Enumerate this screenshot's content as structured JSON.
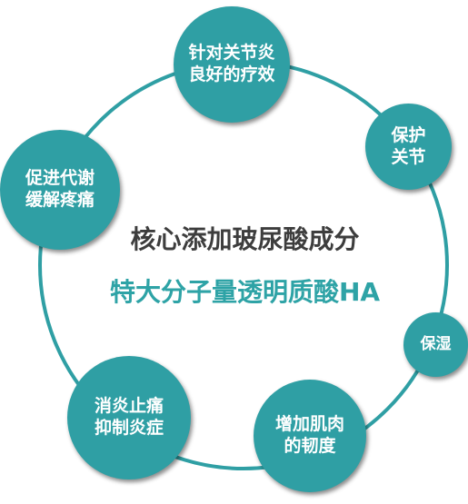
{
  "colors": {
    "node": "#2f9fa4",
    "ring": "#2f9fa4",
    "title": "#3d3d3d",
    "highlight": "#2ea3a6"
  },
  "center": {
    "line1": "核心添加玻尿酸成分",
    "line2": "特大分子量透明质酸HA"
  },
  "nodes": [
    {
      "lines": [
        "针对关节炎",
        "良好的疗效"
      ]
    },
    {
      "lines": [
        "保护",
        "关节"
      ]
    },
    {
      "lines": [
        "保湿"
      ]
    },
    {
      "lines": [
        "增加肌肉",
        "的韧度"
      ]
    },
    {
      "lines": [
        "消炎止痛",
        "抑制炎症"
      ]
    },
    {
      "lines": [
        "促进代谢",
        "缓解疼痛"
      ]
    }
  ]
}
